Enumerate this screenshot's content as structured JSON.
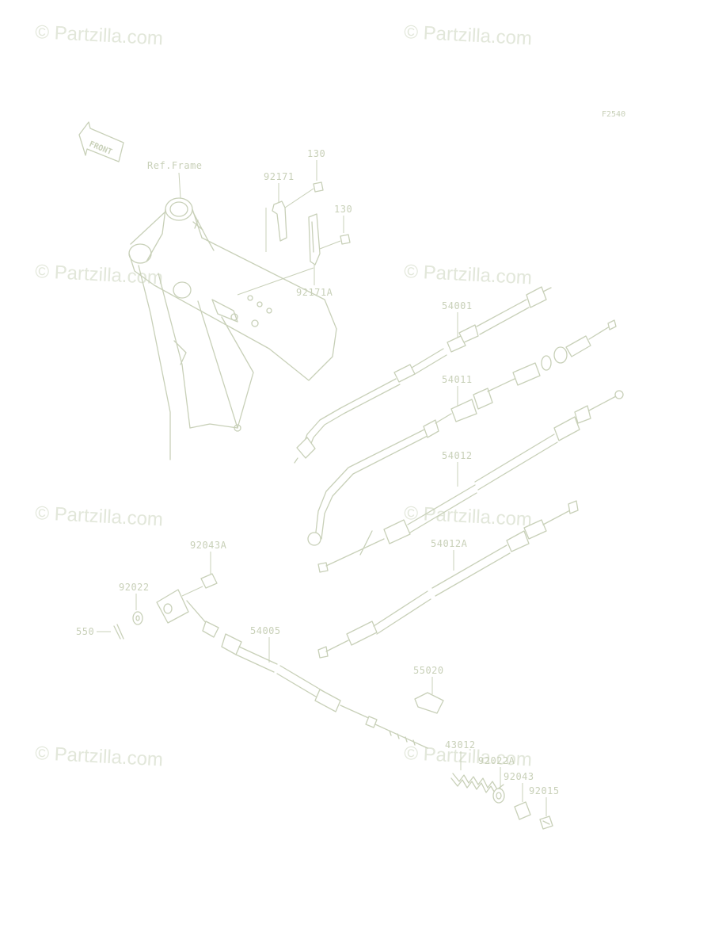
{
  "diagram": {
    "figure_code": "F2540",
    "front_label": "FRONT",
    "ref_label": "Ref.Frame",
    "watermark": "© Partzilla.com",
    "parts": [
      {
        "id": "p130a",
        "label": "130"
      },
      {
        "id": "p92171",
        "label": "92171"
      },
      {
        "id": "p130b",
        "label": "130"
      },
      {
        "id": "p92171A",
        "label": "92171A"
      },
      {
        "id": "p54001",
        "label": "54001"
      },
      {
        "id": "p54011",
        "label": "54011"
      },
      {
        "id": "p54012",
        "label": "54012"
      },
      {
        "id": "p54012A",
        "label": "54012A"
      },
      {
        "id": "p92043A",
        "label": "92043A"
      },
      {
        "id": "p92022",
        "label": "92022"
      },
      {
        "id": "p550",
        "label": "550"
      },
      {
        "id": "p54005",
        "label": "54005"
      },
      {
        "id": "p55020",
        "label": "55020"
      },
      {
        "id": "p43012",
        "label": "43012"
      },
      {
        "id": "p92022A",
        "label": "92022A"
      },
      {
        "id": "p92043",
        "label": "92043"
      },
      {
        "id": "p92015",
        "label": "92015"
      }
    ]
  },
  "colors": {
    "line": "#c8d0b8",
    "watermark": "#e2e7da",
    "background": "#ffffff"
  }
}
